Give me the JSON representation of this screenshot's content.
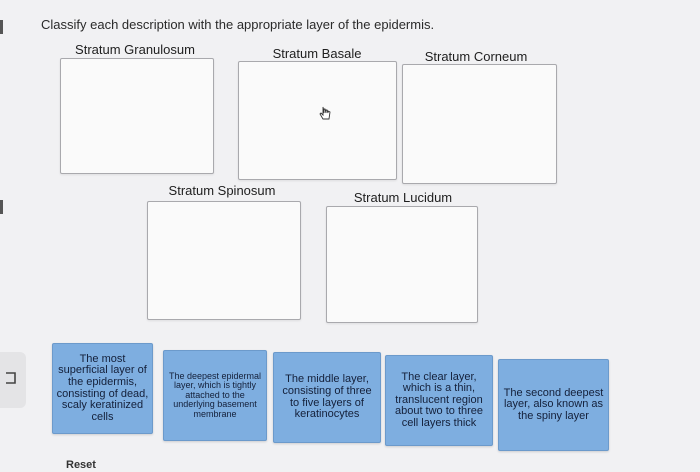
{
  "instructions": "Classify each description with the appropriate layer of the epidermis.",
  "targets": [
    {
      "label": "Stratum Granulosum"
    },
    {
      "label": "Stratum Basale"
    },
    {
      "label": "Stratum Corneum"
    },
    {
      "label": "Stratum Spinosum"
    },
    {
      "label": "Stratum Lucidum"
    }
  ],
  "cards": [
    {
      "text": "The most superficial layer of the epidermis, consisting of dead, scaly keratinized cells"
    },
    {
      "text": "The deepest epidermal layer, which is tightly attached to the underlying basement membrane"
    },
    {
      "text": "The middle layer, consisting of three to five layers of keratinocytes"
    },
    {
      "text": "The clear layer, which is a thin, translucent region about two to three cell layers thick"
    },
    {
      "text": "The second deepest layer, also known as the spiny layer"
    }
  ],
  "reset_label": "Reset",
  "colors": {
    "card_background": "#7eaee0",
    "card_border": "#6c9acb",
    "page_background": "#f1f1f3"
  }
}
